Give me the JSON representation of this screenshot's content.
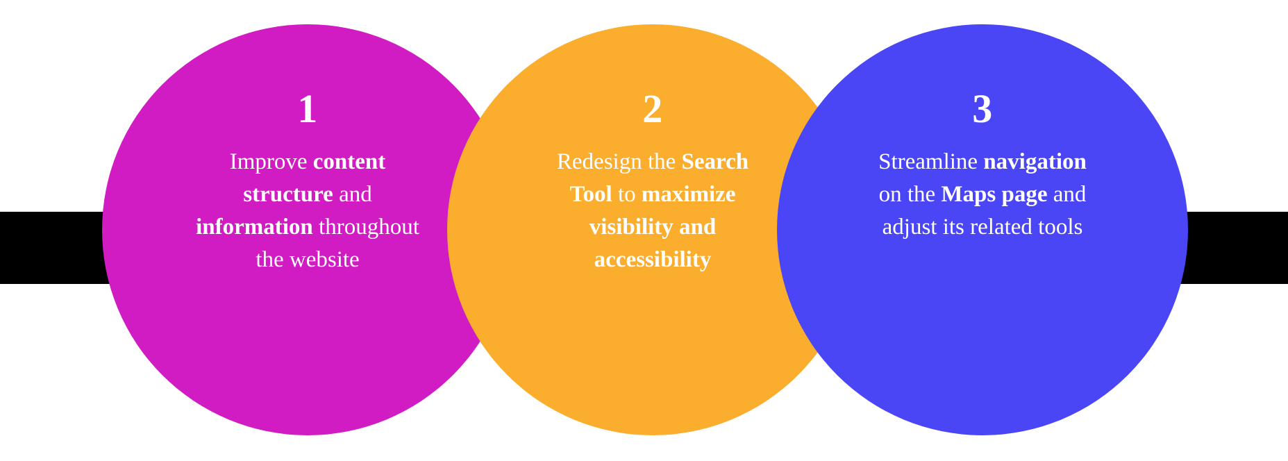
{
  "background_color": "#FFFFFF",
  "bar": {
    "name": "black-bar",
    "color": "#000000"
  },
  "steps": [
    {
      "number": "1",
      "color": "#D21CC3",
      "color_name": "magenta",
      "text_segments": [
        {
          "text": "Improve ",
          "bold": false
        },
        {
          "text": "content structure",
          "bold": true
        },
        {
          "text": " and ",
          "bold": false
        },
        {
          "text": "information",
          "bold": true
        },
        {
          "text": " throughout the website",
          "bold": false
        }
      ],
      "plain_text": "Improve content structure and information throughout the website"
    },
    {
      "number": "2",
      "color": "#FBAD2D",
      "color_name": "orange",
      "text_segments": [
        {
          "text": "Redesign the ",
          "bold": false
        },
        {
          "text": "Search Tool",
          "bold": true
        },
        {
          "text": " to ",
          "bold": false
        },
        {
          "text": "maximize visibility and accessibility",
          "bold": true
        }
      ],
      "plain_text": "Redesign the Search Tool to maximize visibility and accessibility"
    },
    {
      "number": "3",
      "color": "#4B46F5",
      "color_name": "blue",
      "text_segments": [
        {
          "text": "Streamline ",
          "bold": false
        },
        {
          "text": "navigation",
          "bold": true
        },
        {
          "text": " on the ",
          "bold": false
        },
        {
          "text": "Maps page",
          "bold": true
        },
        {
          "text": " and adjust its related tools",
          "bold": false
        }
      ],
      "plain_text": "Streamline navigation on the Maps page and adjust its related tools"
    }
  ]
}
